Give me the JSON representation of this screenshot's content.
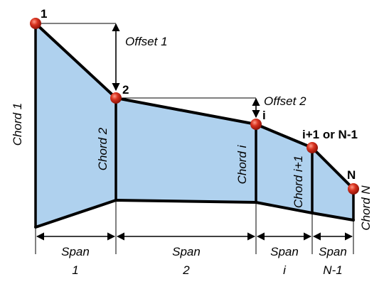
{
  "nodes": [
    {
      "id": "1",
      "label": "1"
    },
    {
      "id": "2",
      "label": "2"
    },
    {
      "id": "i",
      "label": "i"
    },
    {
      "id": "i+1",
      "label": "i+1 or N-1"
    },
    {
      "id": "N",
      "label": "N"
    }
  ],
  "offsets": {
    "offset_1": "Offset 1",
    "offset_2": "Offset 2"
  },
  "chords": {
    "chord_1": "Chord 1",
    "chord_2": "Chord 2",
    "chord_i": "Chord i",
    "chord_i1": "Chord i+1",
    "chord_n": "Chord N"
  },
  "spans": [
    {
      "line1": "Span",
      "line2": "1"
    },
    {
      "line1": "Span",
      "line2": "2"
    },
    {
      "line1": "Span",
      "line2": "i"
    },
    {
      "line1": "Span",
      "line2": "N-1"
    }
  ],
  "colors": {
    "wing_fill": "#afd1ee",
    "node_marker": "#c0281b",
    "outline": "#000000"
  }
}
